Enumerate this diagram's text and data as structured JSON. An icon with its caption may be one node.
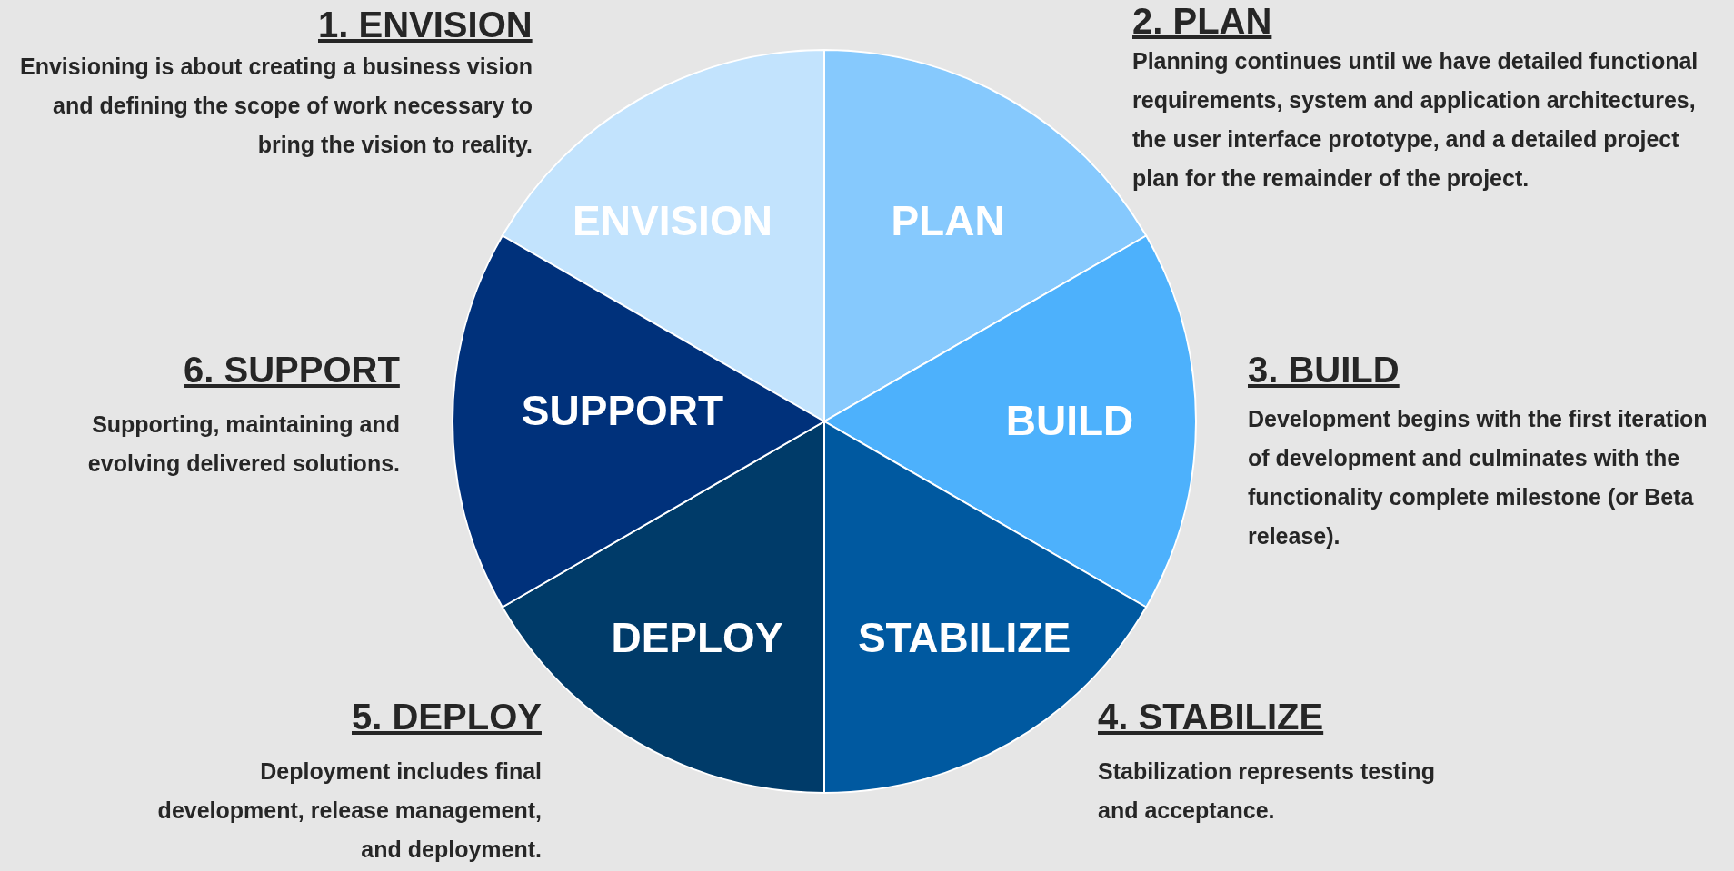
{
  "diagram": {
    "nodes": [
      {
        "text": [
          "ENVISION"
        ],
        "beside": [
          "1. ENVISION",
          "Envisioning is about creating a business vision and defining the scope of work necessary to bring the vision to reality."
        ]
      },
      {
        "text": [
          "PLAN"
        ],
        "beside": [
          "2. PLAN",
          "Planning continues until we have detailed functional requirements, system and application architectures, the user interface prototype, and a detailed project plan for the remainder of the project."
        ]
      },
      {
        "text": [
          "BUILD"
        ],
        "beside": [
          "3. BUILD",
          "Development begins with the first iteration of development and culminates with the functionality complete milestone (or Beta release)."
        ]
      },
      {
        "text": [
          "STABILIZE"
        ],
        "beside": [
          "4. STABILIZE",
          "Stabilization represents testing and acceptance."
        ]
      },
      {
        "text": [
          "DEPLOY"
        ],
        "beside": [
          "5. DEPLOY",
          "Deployment includes final development, release management, and deployment."
        ]
      },
      {
        "text": [
          "SUPPORT"
        ],
        "beside": [
          "6. SUPPORT",
          "Supporting, maintaining and evolving delivered solutions."
        ]
      }
    ]
  }
}
